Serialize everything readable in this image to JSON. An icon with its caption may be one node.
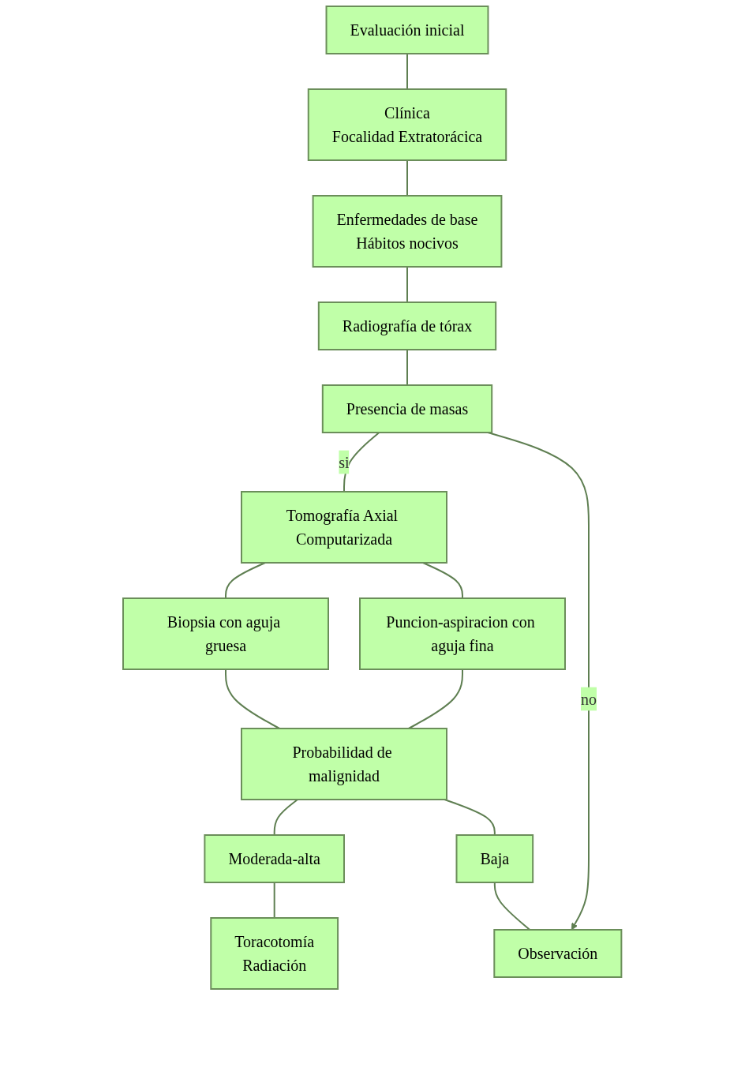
{
  "diagram": {
    "nodes": [
      {
        "text": [
          "Evaluación inicial"
        ]
      },
      {
        "text": [
          "Clínica",
          "Focalidad Extratorácica"
        ]
      },
      {
        "text": [
          "Enfermedades de base",
          "Hábitos nocivos"
        ]
      },
      {
        "text": [
          "Radiografía de tórax"
        ]
      },
      {
        "text": [
          "Presencia de masas"
        ]
      },
      {
        "text": [
          "Tomografía Axial Computarizada"
        ]
      },
      {
        "text": [
          "Biopsia con aguja gruesa"
        ]
      },
      {
        "text": [
          "Puncion-aspiracion con aguja fina"
        ]
      },
      {
        "text": [
          "Probabilidad de malignidad"
        ]
      },
      {
        "text": [
          "Moderada-alta"
        ]
      },
      {
        "text": [
          "Baja"
        ]
      },
      {
        "text": [
          "Toracotomía",
          "Radiación"
        ]
      },
      {
        "text": [
          "Observación"
        ]
      }
    ],
    "edges": [
      {
        "from": 0,
        "to": 1,
        "arrow": "none"
      },
      {
        "from": 1,
        "to": 2,
        "arrow": "none"
      },
      {
        "from": 2,
        "to": 3,
        "arrow": "none"
      },
      {
        "from": 3,
        "to": 4,
        "arrow": "none"
      },
      {
        "from": 4,
        "to": 5,
        "arrow": "none",
        "label": "si"
      },
      {
        "from": 5,
        "to": 6,
        "arrow": "none"
      },
      {
        "from": 5,
        "to": 7,
        "arrow": "none"
      },
      {
        "from": 6,
        "to": 8,
        "arrow": "none"
      },
      {
        "from": 7,
        "to": 8,
        "arrow": "none"
      },
      {
        "from": 8,
        "to": 9,
        "arrow": "none"
      },
      {
        "from": 8,
        "to": 10,
        "arrow": "none"
      },
      {
        "from": 9,
        "to": 11,
        "arrow": "none"
      },
      {
        "from": 10,
        "to": 12,
        "arrow": "none"
      },
      {
        "from": 4,
        "to": 12,
        "arrow": "to",
        "label": "no"
      }
    ]
  }
}
